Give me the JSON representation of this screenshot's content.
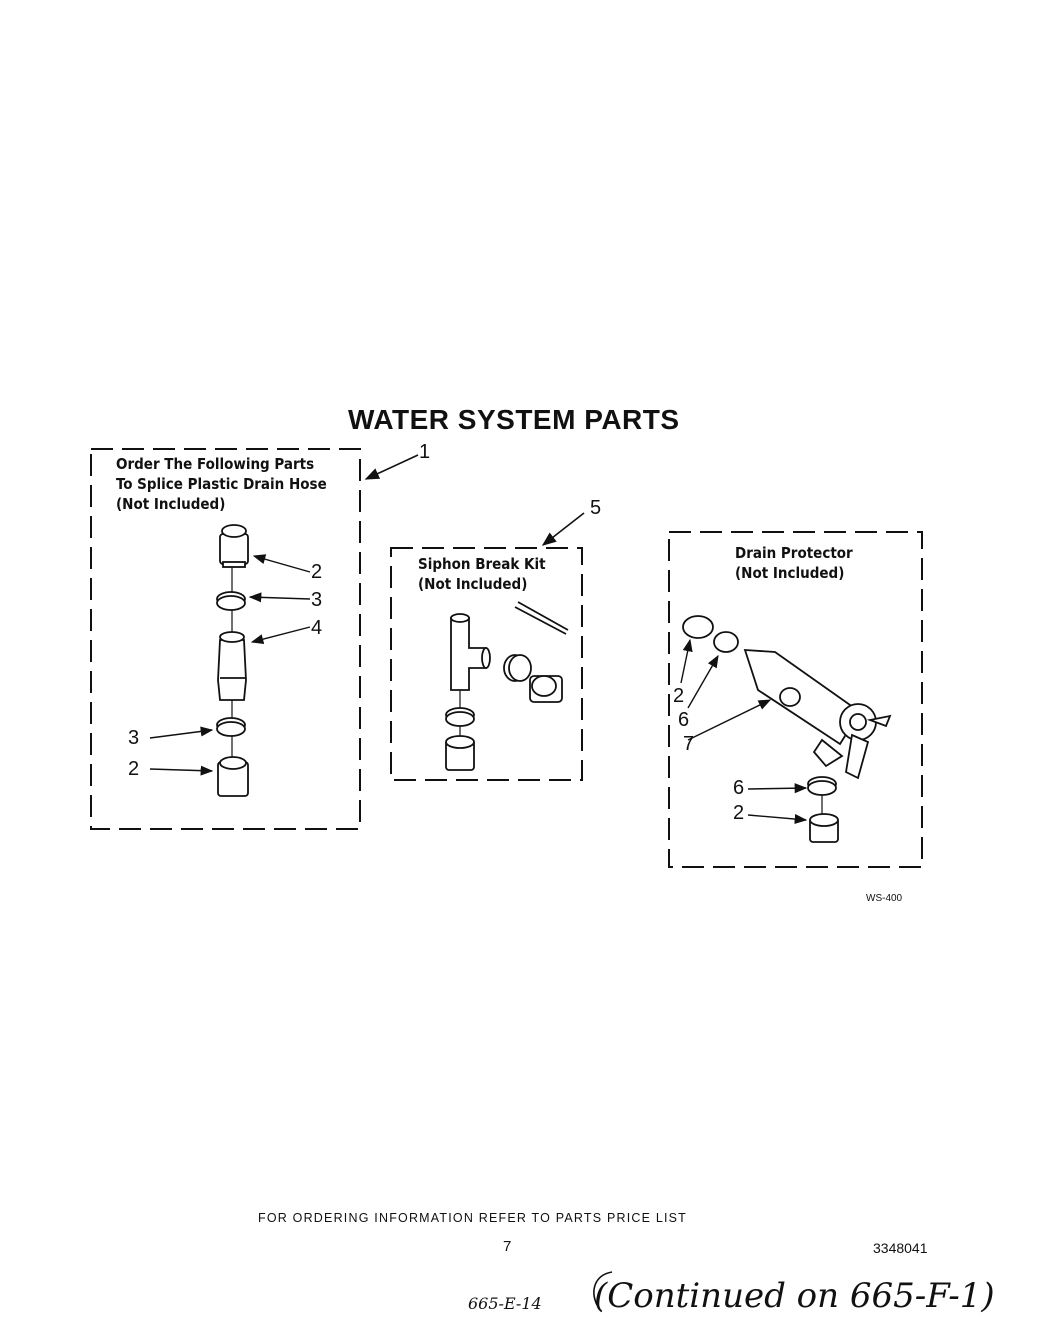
{
  "diagram": {
    "title": "WATER SYSTEM PARTS",
    "boxes": [
      {
        "id": "splice",
        "lines": [
          "Order The Following Parts",
          "To Splice Plastic Drain Hose",
          "(Not Included)"
        ]
      },
      {
        "id": "siphon",
        "lines": [
          "Siphon Break Kit",
          "(Not Included)"
        ]
      },
      {
        "id": "protector",
        "lines": [
          "Drain Protector",
          "(Not Included)"
        ]
      }
    ],
    "callouts": {
      "c1": "1",
      "c5": "5",
      "b1_2a": "2",
      "b1_3a": "3",
      "b1_4": "4",
      "b1_3b": "3",
      "b1_2b": "2",
      "b3_2a": "2",
      "b3_6a": "6",
      "b3_7": "7",
      "b3_6b": "6",
      "b3_2b": "2"
    },
    "drawing_code": "WS-400"
  },
  "footer": {
    "ordering_note": "FOR ORDERING INFORMATION REFER TO PARTS PRICE LIST",
    "page_number": "7",
    "part_number": "3348041"
  },
  "handwritten": {
    "ref": "665-E-14",
    "note": "(Continued on 665-F-1)"
  }
}
